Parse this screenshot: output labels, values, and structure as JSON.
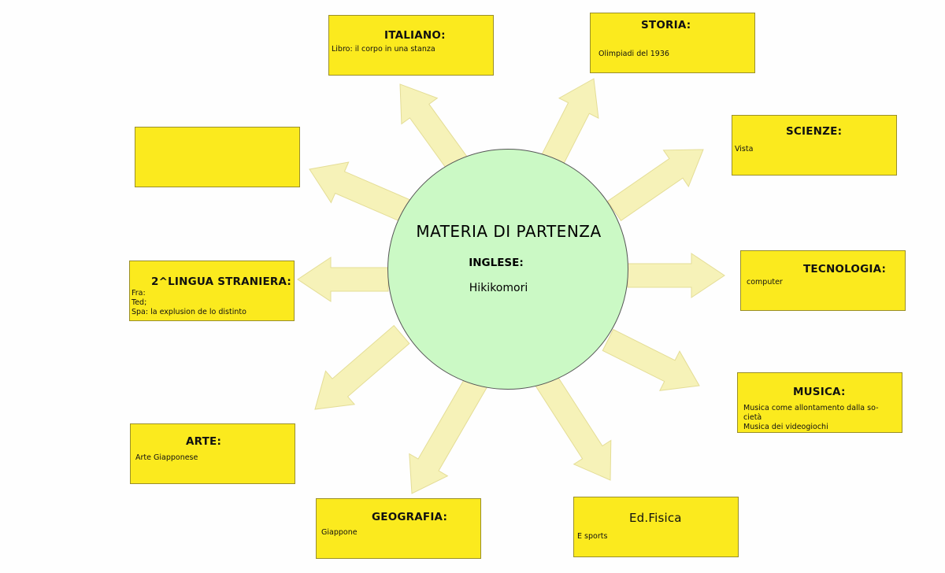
{
  "center": {
    "title": "MATERIA DI PARTENZA",
    "subject": "INGLESE:",
    "topic": "Hikikomori"
  },
  "boxes": {
    "italiano": {
      "title": "ITALIANO:",
      "body": "Libro: il corpo in una stanza"
    },
    "storia": {
      "title": "STORIA:",
      "body": "Olimpiadi del 1936"
    },
    "empty": {
      "title": "",
      "body": ""
    },
    "scienze": {
      "title": "SCIENZE:",
      "body": "Vista"
    },
    "lingua": {
      "title": "2^LINGUA STRANIERA:",
      "body": "Fra:\nTed;\nSpa: la explusion de lo distinto"
    },
    "tecnologia": {
      "title": "TECNOLOGIA:",
      "body": "computer"
    },
    "musica": {
      "title": "MUSICA:",
      "body": "Musica come allontamento dalla so-\ncietà\nMusica dei videogiochi"
    },
    "arte": {
      "title": "ARTE:",
      "body": "Arte Giapponese"
    },
    "geografia": {
      "title": "GEOGRAFIA:",
      "body": "Giappone"
    },
    "edfisica": {
      "title": "Ed.Fisica",
      "body": "E sports"
    }
  },
  "colors": {
    "box_fill": "#fbea1e",
    "circle_fill": "#cbf9c5",
    "arrow_fill": "#f6f2b8",
    "arrow_stroke": "#e4dd96"
  },
  "arrow_count": 10
}
